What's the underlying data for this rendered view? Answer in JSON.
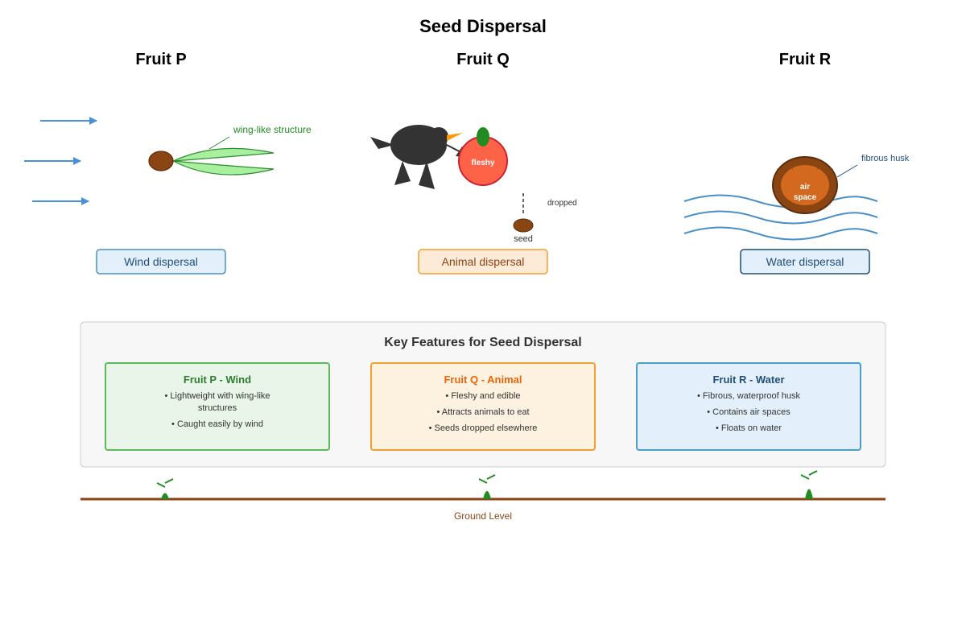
{
  "title": "Seed Dispersal",
  "fruits": [
    {
      "heading": "Fruit P",
      "structure_label": "wing-like structure",
      "badge": "Wind dispersal"
    },
    {
      "heading": "Fruit Q",
      "flesh_label": "fleshy",
      "dropped_label": "dropped",
      "seed_label": "seed",
      "badge": "Animal dispersal"
    },
    {
      "heading": "Fruit R",
      "husk_label": "fibrous husk",
      "air_label_1": "air",
      "air_label_2": "space",
      "badge": "Water dispersal"
    }
  ],
  "features": {
    "heading": "Key Features for Seed Dispersal",
    "cards": [
      {
        "title": "Fruit P - Wind",
        "items": [
          "• Lightweight with wing-like structures",
          "• Caught easily by wind"
        ]
      },
      {
        "title": "Fruit Q - Animal",
        "items": [
          "• Fleshy and edible",
          "• Attracts animals to eat",
          "• Seeds dropped elsewhere"
        ]
      },
      {
        "title": "Fruit R - Water",
        "items": [
          "• Fibrous, waterproof husk",
          "• Contains air spaces",
          "• Floats on water"
        ]
      }
    ]
  },
  "ground_label": "Ground Level",
  "colors": {
    "wind": "#4a90d9",
    "wing": "#a8f0a0",
    "seed": "#8b4513",
    "bird": "#333333",
    "fruit_q": "#ff6347",
    "water": "#4a90c8",
    "husk": "#8b4513",
    "ground": "#8b4513",
    "sprout": "#228b22"
  }
}
